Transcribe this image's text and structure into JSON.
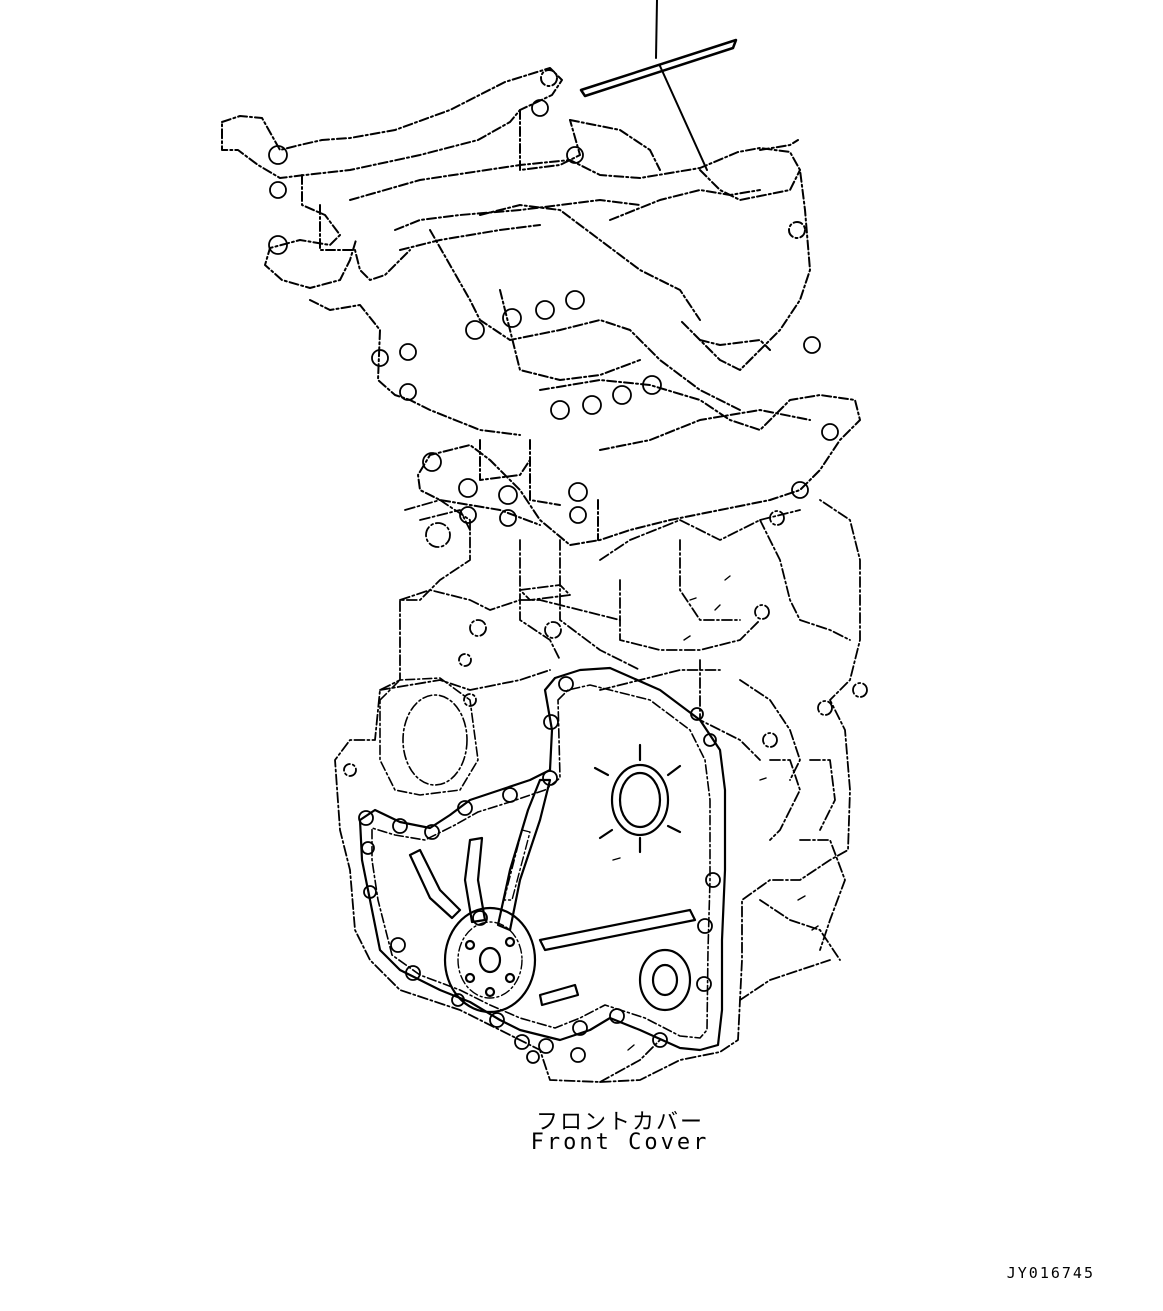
{
  "diagram": {
    "caption_japanese": "フロントカバー",
    "caption_english": "Front Cover",
    "drawing_id": "JY016745",
    "line_color": "#000000",
    "background": "#ffffff"
  }
}
